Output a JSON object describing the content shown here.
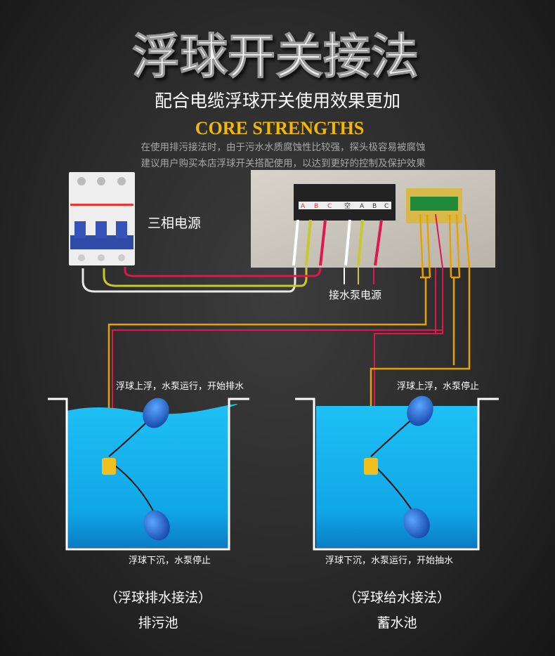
{
  "header": {
    "title": "浮球开关接法",
    "subtitle": "配合电缆浮球开关使用效果更加",
    "core": "CORE STRENGTHS",
    "desc_line1": "在使用排污接法时，由于污水水质腐蚀性比较强，探头极容易被腐蚀",
    "desc_line2": "建议用户购买本店浮球开关搭配使用，以达到更好的控制及保护效果"
  },
  "wiring": {
    "power_label": "三相电源",
    "pump_label": "接水泵电源",
    "terminal_labels": [
      "A",
      "B",
      "C",
      "空",
      "A",
      "B",
      "C"
    ]
  },
  "tanks": [
    {
      "top_note": "浮球上浮，水泵运行，开始排水",
      "bottom_note": "浮球下沉，水泵停止",
      "method": "（浮球排水接法）",
      "name": "排污池"
    },
    {
      "top_note": "浮球上浮，水泵停止",
      "bottom_note": "浮球下沉，水泵运行，开始抽水",
      "method": "（浮球给水接法）",
      "name": "蓄水池"
    }
  ],
  "colors": {
    "gold": "#f5b800",
    "water": "#14b4f0",
    "wire_red": "#e0164e",
    "wire_yellow": "#c8c82a",
    "wire_orange": "#e8a200"
  }
}
